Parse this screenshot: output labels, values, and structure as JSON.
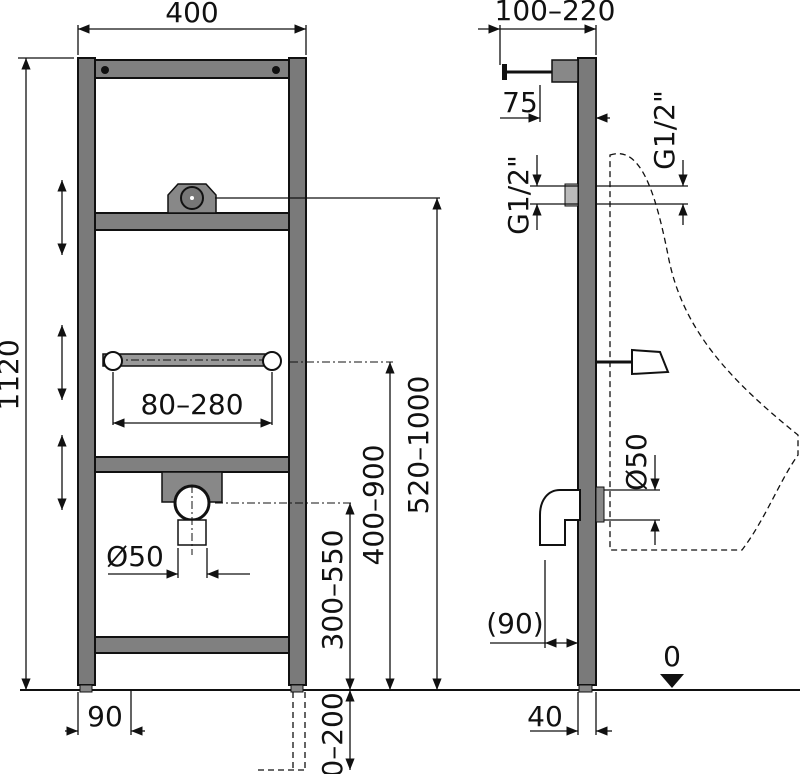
{
  "title": "Urinal installation frame – dimension drawing",
  "front_view": {
    "width": "400",
    "height": "1120",
    "rail_spacing": "80–280",
    "inlet_height": "520–1000",
    "rail_height": "400–900",
    "drain_height": "300–550",
    "drain_diameter": "Ø50",
    "foot_depth": "90",
    "foot_extension": "0–200"
  },
  "side_view": {
    "inlet_depth": "100–220",
    "offset": "75",
    "thread_left": "G1/2\"",
    "thread_right": "G1/2\"",
    "drain_diameter": "Ø50",
    "elbow_offset": "(90)",
    "frame_depth": "40",
    "floor_level": "0"
  }
}
